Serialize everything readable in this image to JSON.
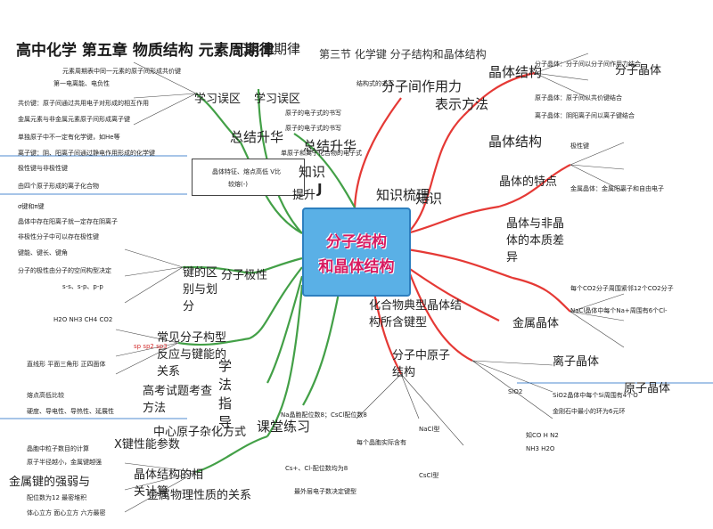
{
  "header": {
    "title": "高中化学  第五章  物质结构  元素周期律",
    "subtitle_left": "元素周期律",
    "subtitle_right": "第三节 化学键 分子结构和晶体结构"
  },
  "hub": {
    "line1": "分子结构",
    "line2": "和晶体结构"
  },
  "branches": {
    "xuexi": "学习误区",
    "xuexi2": "学习误区",
    "zongjie": "总结升华",
    "zongjie2": "总结升华",
    "zhishi": "知识梳理",
    "zhishi2": "知识",
    "fenzi_zuoyong": "分子间作用力",
    "biaoshi": "表示方法",
    "jingti_tedian": "晶体的特点",
    "jingti_jiegou": "晶体结构",
    "jingti_leixing": "晶体与非晶体的本质差异",
    "jinshu": "金属晶体",
    "yuanzi": "分子中原子结构",
    "huahe": "化合物典型晶体结构所含键型",
    "xuefa": "学法指导",
    "ketang": "课堂练习",
    "fenzi_jixing": "分子极性",
    "jian_qubie": "键的区别与划分",
    "changjian": "常见分子构型反应与键能的关系",
    "gaokao": "高考试题考查方法",
    "zhongxin": "中心原子杂化方式",
    "x_jian": "X键性能参数",
    "jingti_xg": "晶体结构的相关计算",
    "jinshu_wl": "金属物理性质的关系",
    "jinshu_yz": "金属键的强弱与",
    "jia_jian": "极性键",
    "fenzi_ti": "分子晶体",
    "yuanzi_ti": "原子晶体",
    "lizi": "离子晶体"
  },
  "notes": {
    "knowledge_box_line1": "晶体特征、熔点高低  V比",
    "knowledge_box_line2": "较熔(-)",
    "knowledge_label": "知识",
    "tisheng": "提升",
    "tisheng_letter": "J",
    "left_note1": "元素周期表中同一元素的原子间形成共价键",
    "left_note2": "第一电离能、电负性",
    "left_note3": "金属元素与非金属元素原子间形成离子键",
    "left_note4": "单独原子中不一定有化学键，如He等",
    "left_note5": "由四个原子形成的离子化合物",
    "left_note6": "晶体中存在阳离子就一定存在阴离子",
    "left_note7": "非极性分子中可以存在极性键",
    "center_note1": "原子的电子式的书写",
    "center_note2": "原子的电子式的书写",
    "center_note3": "单原子和离子化合物的电子式",
    "center_note4": "结构式的书写",
    "right_note1": "分子晶体：分子间以分子间作用力结合",
    "right_note2": "原子晶体：原子间以共价键结合",
    "right_note3": "离子晶体：阴阳离子间以离子键结合",
    "right_note4": "金属晶体：金属阳离子和自由电子",
    "right_note5": "每个CO2分子周围紧邻12个CO2分子",
    "right_note6": "NaCl晶体中每个Na+周围有6个Cl-",
    "right_note7": "SiO2晶体中每个Si周围有4个O",
    "right_note8": "金刚石中最小的环为6元环",
    "bottom_note1": "Na晶胞配位数8；CsCl配位数8",
    "bottom_note2": "每个晶胞实际含有",
    "bottom_note3": "Cs+、Cl-配位数均为8",
    "bottom_note4": "最外层电子数决定键型",
    "bottom_note5": "NaCl型",
    "bottom_note6": "CsCl型",
    "bottom_note7": "SiO2",
    "bottom_note8": "NH3  H2O",
    "bottom_note9": "知CO  H  N2",
    "dense_a": "共价键：原子间通过共用电子对形成的相互作用",
    "dense_b": "离子键：阴、阳离子间通过静电作用形成的化学键",
    "dense_c": "极性键与非极性键",
    "dense_d": "σ键和π键",
    "dense_e": "键能、键长、键角",
    "dense_f": "分子的极性由分子的空间构型决定",
    "dense_g": "H2O  NH3  CH4  CO2",
    "dense_h": "s-s、s-p、p-p",
    "dense_i": "sp  sp2  sp3",
    "dense_j": "直线形 平面三角形 正四面体",
    "dense_k": "熔点高低比较",
    "dense_l": "硬度、导电性、导热性、延展性",
    "dense_m": "晶胞中粒子数目的计算",
    "dense_n": "原子半径越小，金属键越强",
    "dense_o": "配位数为12  最密堆积",
    "dense_p": "体心立方  面心立方  六方最密"
  }
}
